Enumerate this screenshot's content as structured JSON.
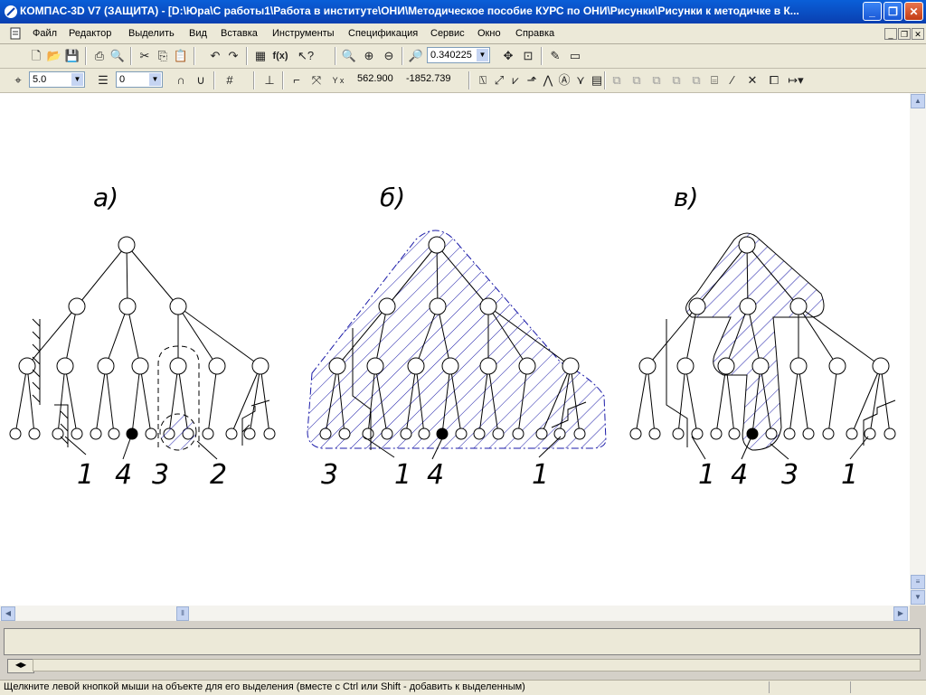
{
  "window": {
    "title": "КОМПАС-3D V7 (ЗАЩИТА) - [D:\\Юра\\С работы1\\Работа в институте\\ОНИ\\Методическое пособие КУРС по ОНИ\\Рисунки\\Рисунки к методичке в К..."
  },
  "menu": {
    "items": [
      "Файл",
      "Редактор",
      "Выделить",
      "Вид",
      "Вставка",
      "Инструменты",
      "Спецификация",
      "Сервис",
      "Окно",
      "Справка"
    ]
  },
  "toolbar1": {
    "zoom_value": "0.340225",
    "func_label": "f(x)"
  },
  "toolbar2": {
    "step_value": "5.0",
    "layer_value": "0",
    "coord_x": "562.900",
    "coord_y": "-1852.739",
    "coord_label": "Y x"
  },
  "drawing": {
    "panel_a_label": "а)",
    "panel_b_label": "б)",
    "panel_c_label": "в)",
    "panel_a_numbers": [
      "1",
      "4",
      "3",
      "2"
    ],
    "panel_b_numbers": [
      "3",
      "1",
      "4",
      "1"
    ],
    "panel_c_numbers": [
      "1",
      "4",
      "3",
      "1"
    ],
    "hatch_color": "#1a1aa8"
  },
  "status": {
    "hint": "Щелкните левой кнопкой мыши на объекте для его выделения (вместе с Ctrl или Shift - добавить к выделенным)"
  }
}
